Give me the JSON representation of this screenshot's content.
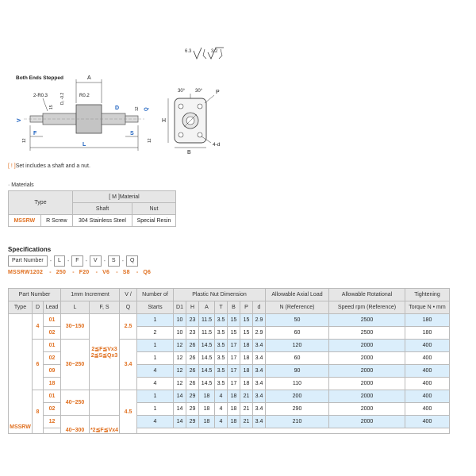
{
  "drawing": {
    "roughness_left": "6.3",
    "roughness_right": "3.2",
    "view_label": "Both Ends Stepped",
    "dim_A": "A",
    "dim_chamfer": "2-R0.3",
    "dim_d1": "D₁ -0.2",
    "dim_r02": "R0.2",
    "dim_D": "D",
    "dim_v": "V",
    "dim_f": "F",
    "dim_s": "S",
    "dim_L": "L",
    "dim_Q": "Q",
    "dim_15": "15",
    "dim_12a": "12",
    "dim_12b": "12",
    "dim_12c": "12",
    "dim_30a": "30°",
    "dim_30b": "30°",
    "dim_P": "P",
    "dim_H": "H",
    "dim_B": "B",
    "dim_4d": "4-d"
  },
  "note": {
    "bracket": "[ ! ]",
    "text": "Set includes a shaft and a nut."
  },
  "materials": {
    "label": "· Materials",
    "header_type": "Type",
    "header_material": "[ M ]Material",
    "header_shaft": "Shaft",
    "header_nut": "Nut",
    "row": {
      "type": "MSSRW",
      "screw": "R Screw",
      "shaft": "304 Stainless Steel",
      "nut": "Special Resin"
    }
  },
  "specifications": {
    "title": "Specifications",
    "part_number_boxes": [
      "Part Number",
      "L",
      "F",
      "V",
      "S",
      "Q"
    ],
    "example": [
      "MSSRW1202",
      "250",
      "F20",
      "V6",
      "S8",
      "Q6"
    ]
  },
  "spec_table": {
    "h_part_number": "Part Number",
    "h_increment": "1mm Increment",
    "h_vq": "V /",
    "h_q": "Q",
    "h_starts1": "Number of",
    "h_starts2": "Starts",
    "h_plastic": "Plastic Nut Dimension",
    "h_axial1": "Allowable Axial Load",
    "h_axial2": "N (Reference)",
    "h_rot1": "Allowable Rotational",
    "h_rot2": "Speed rpm (Reference)",
    "h_torque1": "Tightening",
    "h_torque2": "Torque N • mm",
    "h_type": "Type",
    "h_d": "D",
    "h_lead": "Lead",
    "h_l": "L",
    "h_fs": "F, S",
    "h_d1": "D1",
    "h_h": "H",
    "h_a": "A",
    "h_t": "T",
    "h_b": "B",
    "h_p": "P",
    "h_dd": "d",
    "type_value": "MSSRW",
    "groups": {
      "d4": "4",
      "d6": "6",
      "d8": "8",
      "l1": "30~150",
      "l2": "30~250",
      "l3": "40~250",
      "l4": "40~300",
      "fs1a": "2≦F≦Vx3",
      "fs1b": "2≦S≦Qx3",
      "fs2": "*2≦F≦Vx4",
      "vq1": "2.5",
      "vq2": "3.4",
      "vq3": "4.5"
    },
    "rows": [
      {
        "lead": "01",
        "starts": "1",
        "d1": "10",
        "h": "23",
        "a": "11.5",
        "t": "3.5",
        "b": "15",
        "p": "15",
        "dd": "2.9",
        "axial": "50",
        "rot": "2500",
        "torque": "180"
      },
      {
        "lead": "02",
        "starts": "2",
        "d1": "10",
        "h": "23",
        "a": "11.5",
        "t": "3.5",
        "b": "15",
        "p": "15",
        "dd": "2.9",
        "axial": "60",
        "rot": "2500",
        "torque": "180"
      },
      {
        "lead": "01",
        "starts": "1",
        "d1": "12",
        "h": "26",
        "a": "14.5",
        "t": "3.5",
        "b": "17",
        "p": "18",
        "dd": "3.4",
        "axial": "120",
        "rot": "2000",
        "torque": "400"
      },
      {
        "lead": "02",
        "starts": "1",
        "d1": "12",
        "h": "26",
        "a": "14.5",
        "t": "3.5",
        "b": "17",
        "p": "18",
        "dd": "3.4",
        "axial": "60",
        "rot": "2000",
        "torque": "400"
      },
      {
        "lead": "09",
        "starts": "4",
        "d1": "12",
        "h": "26",
        "a": "14.5",
        "t": "3.5",
        "b": "17",
        "p": "18",
        "dd": "3.4",
        "axial": "90",
        "rot": "2000",
        "torque": "400"
      },
      {
        "lead": "18",
        "starts": "4",
        "d1": "12",
        "h": "26",
        "a": "14.5",
        "t": "3.5",
        "b": "17",
        "p": "18",
        "dd": "3.4",
        "axial": "110",
        "rot": "2000",
        "torque": "400"
      },
      {
        "lead": "01",
        "starts": "1",
        "d1": "14",
        "h": "29",
        "a": "18",
        "t": "4",
        "b": "18",
        "p": "21",
        "dd": "3.4",
        "axial": "200",
        "rot": "2000",
        "torque": "400"
      },
      {
        "lead": "02",
        "starts": "1",
        "d1": "14",
        "h": "29",
        "a": "18",
        "t": "4",
        "b": "18",
        "p": "21",
        "dd": "3.4",
        "axial": "290",
        "rot": "2000",
        "torque": "400"
      },
      {
        "lead": "12",
        "starts": "4",
        "d1": "14",
        "h": "29",
        "a": "18",
        "t": "4",
        "b": "18",
        "p": "21",
        "dd": "3.4",
        "axial": "210",
        "rot": "2000",
        "torque": "400"
      }
    ]
  }
}
